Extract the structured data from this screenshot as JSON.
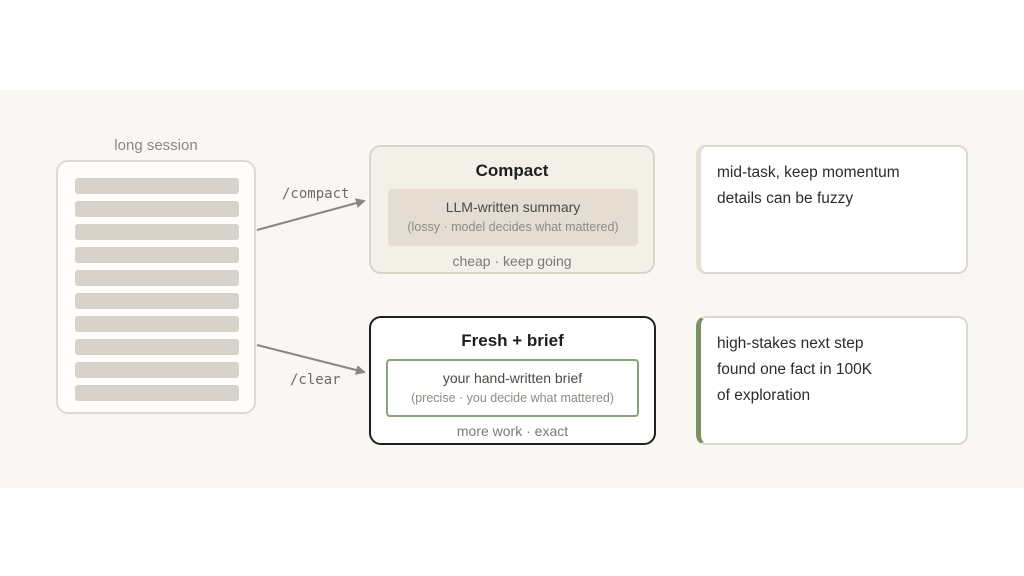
{
  "session": {
    "label": "long session",
    "line_count": 10
  },
  "commands": {
    "compact": "/compact",
    "clear": "/clear"
  },
  "compact": {
    "title": "Compact",
    "summary_main": "LLM-written summary",
    "summary_sub": "(lossy · model decides what mattered)",
    "footer": "cheap · keep going"
  },
  "fresh": {
    "title": "Fresh + brief",
    "brief_main": "your hand-written brief",
    "brief_sub": "(precise · you decide what mattered)",
    "footer": "more work · exact"
  },
  "notes": {
    "compact": [
      "mid-task, keep momentum",
      "details can be fuzzy"
    ],
    "fresh": [
      "high-stakes next step",
      "found one fact in 100K",
      "of exploration"
    ]
  },
  "colors": {
    "background_band": "#f9f7f3",
    "compact_fill": "#f2f0e7",
    "summary_fill": "#e5ddd1",
    "brief_border": "#8aa277",
    "fresh_border": "#1f1f1f",
    "accent_green": "#7a9263",
    "arrow": "#8a8780"
  }
}
